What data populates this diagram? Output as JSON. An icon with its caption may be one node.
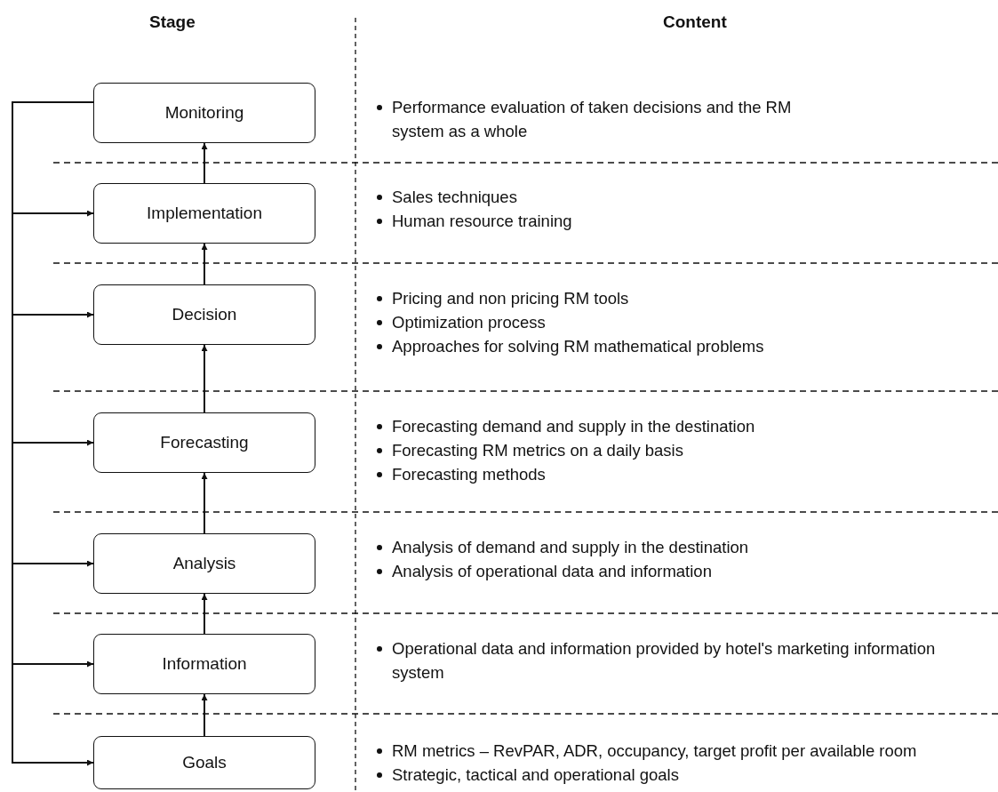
{
  "diagram": {
    "nodes": [
      {
        "text": [
          "Monitoring"
        ]
      },
      {
        "text": [
          "Implementation"
        ]
      },
      {
        "text": [
          "Decision"
        ]
      },
      {
        "text": [
          "Forecasting"
        ]
      },
      {
        "text": [
          "Analysis"
        ]
      },
      {
        "text": [
          "Information"
        ]
      },
      {
        "text": [
          "Goals"
        ]
      }
    ],
    "edges": [
      {
        "from": 6,
        "to": 5,
        "arrow": "to"
      },
      {
        "from": 5,
        "to": 4,
        "arrow": "to"
      },
      {
        "from": 4,
        "to": 3,
        "arrow": "to"
      },
      {
        "from": 3,
        "to": 2,
        "arrow": "to"
      },
      {
        "from": 2,
        "to": 1,
        "arrow": "to"
      },
      {
        "from": 1,
        "to": 0,
        "arrow": "to"
      },
      {
        "from": 0,
        "to": 1,
        "arrow": "to"
      },
      {
        "from": 0,
        "to": 2,
        "arrow": "to"
      },
      {
        "from": 0,
        "to": 3,
        "arrow": "to"
      },
      {
        "from": 0,
        "to": 4,
        "arrow": "to"
      },
      {
        "from": 0,
        "to": 5,
        "arrow": "to"
      },
      {
        "from": 0,
        "to": 6,
        "arrow": "to"
      }
    ],
    "labels": [
      "Stage",
      "Content",
      "Performance evaluation of taken decisions and the RM system as a whole",
      "Sales techniques",
      "Human resource training",
      "Pricing and non pricing RM tools",
      "Optimization process",
      "Approaches for solving RM mathematical problems",
      "Forecasting demand and supply in the destination",
      "Forecasting RM metrics on a daily basis",
      "Forecasting methods",
      "Analysis of demand and supply in the destination",
      "Analysis of operational data and information",
      "Operational data and information provided by hotel's marketing information system",
      "RM metrics – RevPAR, ADR, occupancy, target profit per available room",
      "Strategic, tactical and operational goals"
    ]
  }
}
